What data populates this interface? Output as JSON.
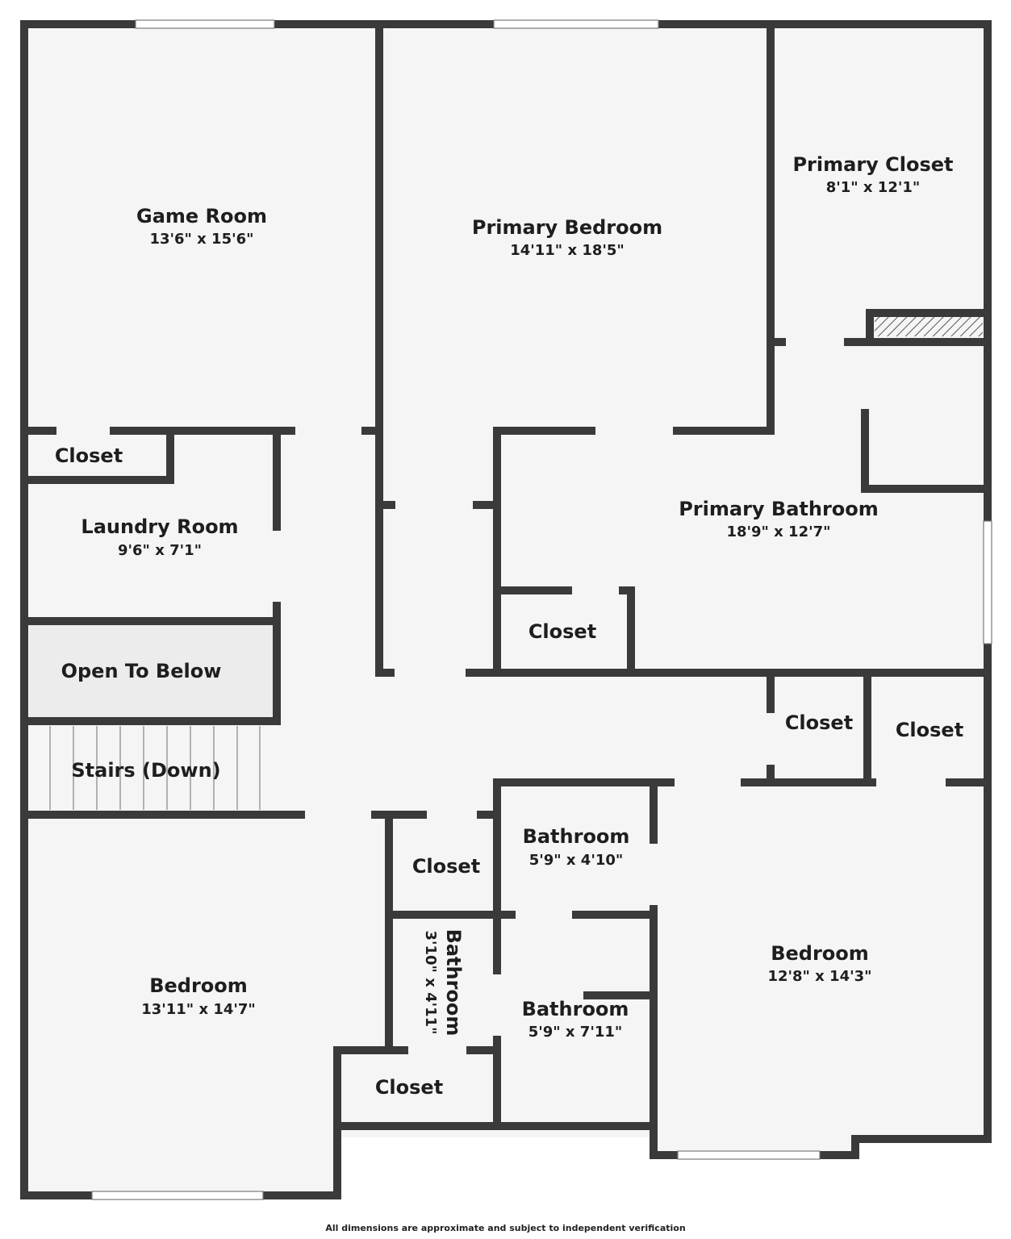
{
  "rooms": {
    "game_room": {
      "name": "Game Room",
      "dims": "13'6\" x 15'6\""
    },
    "primary_bedroom": {
      "name": "Primary Bedroom",
      "dims": "14'11\" x 18'5\""
    },
    "primary_closet": {
      "name": "Primary Closet",
      "dims": "8'1\" x 12'1\""
    },
    "closet_laundry": {
      "name": "Closet"
    },
    "laundry_room": {
      "name": "Laundry Room",
      "dims": "9'6\" x 7'1\""
    },
    "primary_bathroom": {
      "name": "Primary Bathroom",
      "dims": "18'9\" x 12'7\""
    },
    "closet_bath": {
      "name": "Closet"
    },
    "open_to_below": {
      "name": "Open To Below"
    },
    "closet_hall_1": {
      "name": "Closet"
    },
    "closet_hall_2": {
      "name": "Closet"
    },
    "stairs": {
      "name": "Stairs (Down)"
    },
    "closet_mid": {
      "name": "Closet"
    },
    "bathroom_small": {
      "name": "Bathroom",
      "dims": "5'9\" x 4'10\""
    },
    "bedroom_left": {
      "name": "Bedroom",
      "dims": "13'11\" x 14'7\""
    },
    "bathroom_vertical": {
      "name": "Bathroom",
      "dims": "3'10\" x 4'11\""
    },
    "bathroom_second": {
      "name": "Bathroom",
      "dims": "5'9\" x 7'11\""
    },
    "bedroom_right": {
      "name": "Bedroom",
      "dims": "12'8\" x 14'3\""
    },
    "closet_bottom": {
      "name": "Closet"
    }
  },
  "footer": "All dimensions are approximate and subject to independent verification",
  "colors": {
    "wall": "#3a3a3a",
    "floor": "#f5f5f5",
    "open_below": "#ececec",
    "text": "#1e1e1e"
  }
}
